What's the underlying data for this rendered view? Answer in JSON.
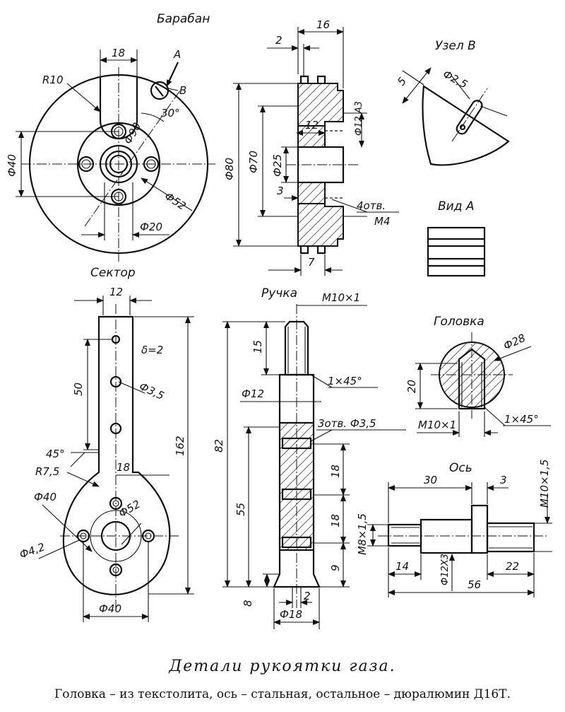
{
  "captions": {
    "title": "Детали рукоятки газа.",
    "note": "Головка – из текстолита, ось – стальная, остальное – дюралюмин Д16Т."
  },
  "views": {
    "baraban": "Барабан",
    "uzel_b": "Узел В",
    "vid_a": "Вид А",
    "sektor": "Сектор",
    "ruchka": "Ручка",
    "golovka": "Головка",
    "os": "Ось"
  },
  "dims": {
    "baraban_front": {
      "w18": "18",
      "letter_a": "А",
      "letter_b": "В",
      "r10": "R10",
      "a30": "30°",
      "d90": "Ф90",
      "d40": "Ф40",
      "d52": "Ф52",
      "d20": "Ф20"
    },
    "baraban_section": {
      "d2": "2",
      "d16": "16",
      "d12a3": "Ф12 А3",
      "d12": "12",
      "d80": "Ф80",
      "d70": "Ф70",
      "d25": "Ф25",
      "d3": "3",
      "holes": "4отв.",
      "m4": "М4",
      "d7": "7"
    },
    "uzel": {
      "d5": "5",
      "d25": "Ф2,5"
    },
    "sektor": {
      "w12": "12",
      "delta": "δ=2",
      "d50": "50",
      "d35": "Ф3,5",
      "d162": "162",
      "a45": "45°",
      "r75": "R7,5",
      "w18": "18",
      "d40a": "Ф40",
      "d52": "Ф52",
      "d42": "Ф4,2",
      "d40b": "Ф40"
    },
    "ruchka": {
      "m10": "М10×1",
      "d15": "15",
      "ch": "1×45°",
      "d12": "Ф12",
      "d82": "82",
      "holes": "3отв. Ф3,5",
      "d18a": "18",
      "d55": "55",
      "d18b": "18",
      "d9": "9",
      "d8": "8",
      "d2": "2",
      "d18": "Ф18"
    },
    "golovka": {
      "d28": "Ф28",
      "d20": "20",
      "ch": "1×45°",
      "m10": "М10×1"
    },
    "os": {
      "d30": "30",
      "d3": "3",
      "m10": "М10×1,5",
      "m8": "М8×1,5",
      "d12x3": "Ф12Х3",
      "d14": "14",
      "d22": "22",
      "d56": "56"
    }
  }
}
